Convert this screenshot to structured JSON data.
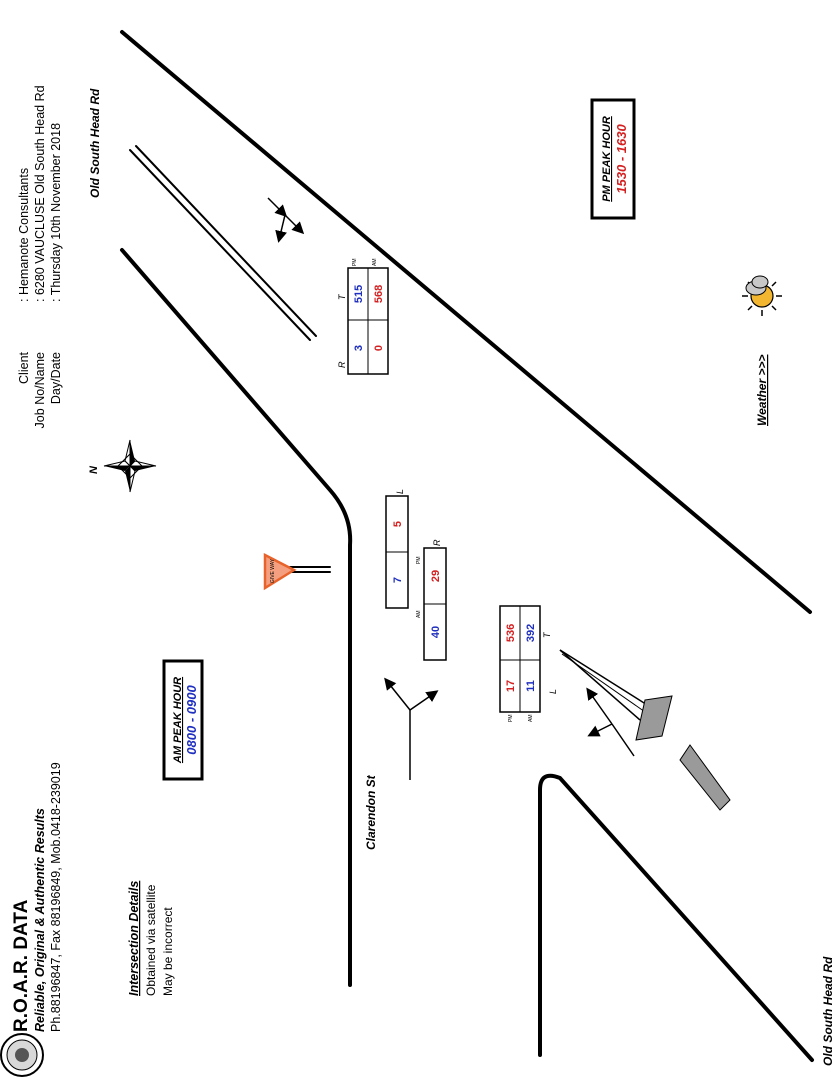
{
  "header": {
    "company": "R.O.A.R.  DATA",
    "tagline": "Reliable, Original & Authentic Results",
    "contact": "Ph.88196847, Fax 88196849, Mob.0418-239019"
  },
  "client_info": {
    "client_label": "Client",
    "client_value": ": Hemanote Consultants",
    "job_label": "Job No/Name",
    "job_value": ": 6280 VAUCLUSE Old South Head Rd",
    "date_label": "Day/Date",
    "date_value": ": Thursday 10th November 2018"
  },
  "intersection": {
    "title": "Intersection Details",
    "line1": "Obtained via satellite",
    "line2": "May be incorrect"
  },
  "am_peak": {
    "title": "AM PEAK HOUR",
    "time": "0800 - 0900"
  },
  "pm_peak": {
    "title": "PM PEAK HOUR",
    "time": "1530 - 1630"
  },
  "weather_label": "Weather >>>",
  "compass_label": "N",
  "streets": {
    "osh_top": "Old South Head Rd",
    "osh_bottom": "Old South Head Rd",
    "clarendon": "Clarendon St"
  },
  "give_way_text": "GIVE WAY",
  "counts": {
    "north": {
      "r_label": "R",
      "t_label": "T",
      "pm_label": "PM",
      "am_label": "AM",
      "pm_r": "3",
      "pm_t": "515",
      "am_r": "0",
      "am_t": "568"
    },
    "clarendon": {
      "l_label": "L",
      "r_label": "R",
      "pm_label": "PM",
      "am_label": "AM",
      "pm_l": "5",
      "am_l": "7",
      "pm_r": "29",
      "am_r": "40"
    },
    "south": {
      "l_label": "L",
      "t_label": "T",
      "pm_label": "PM",
      "am_label": "AM",
      "pm_l": "17",
      "pm_t": "536",
      "am_l": "11",
      "am_t": "392"
    }
  },
  "colors": {
    "am": "#1f2fbf",
    "pm": "#d42020",
    "road": "#000000",
    "warning": "#e8632b"
  }
}
